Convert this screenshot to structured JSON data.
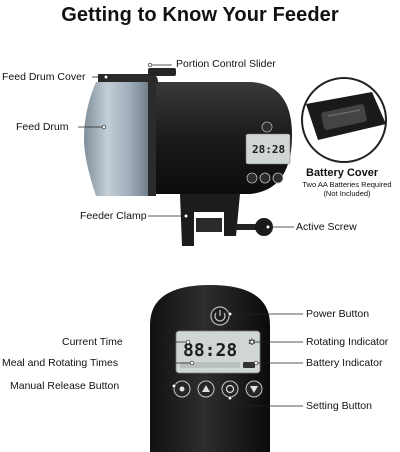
{
  "title": "Getting to Know Your Feeder",
  "top_labels": {
    "portion_control_slider": "Portion Control Slider",
    "feed_drum_cover": "Feed Drum Cover",
    "feed_drum": "Feed Drum",
    "battery_cover": "Battery Cover",
    "battery_note_line1": "Two AA Batteries Required",
    "battery_note_line2": "(Not Included)",
    "feeder_clamp": "Feeder Clamp",
    "active_screw": "Active Screw"
  },
  "bottom_labels": {
    "power_button": "Power Button",
    "current_time": "Current Time",
    "rotating_indicator": "Rotating Indicator",
    "meal_and_rotating_times": "Meal and Rotating Times",
    "battery_indicator": "Battery Indicator",
    "manual_release_button": "Manual Release Button",
    "setting_button": "Setting Button"
  },
  "lcd": {
    "top_time": "28:28",
    "bottom_time": "88:28"
  },
  "colors": {
    "device_body": "#1b1b1b",
    "drum": "#a9b7c3",
    "lcd": "#cfd6d4",
    "leader_line": "#222222"
  }
}
